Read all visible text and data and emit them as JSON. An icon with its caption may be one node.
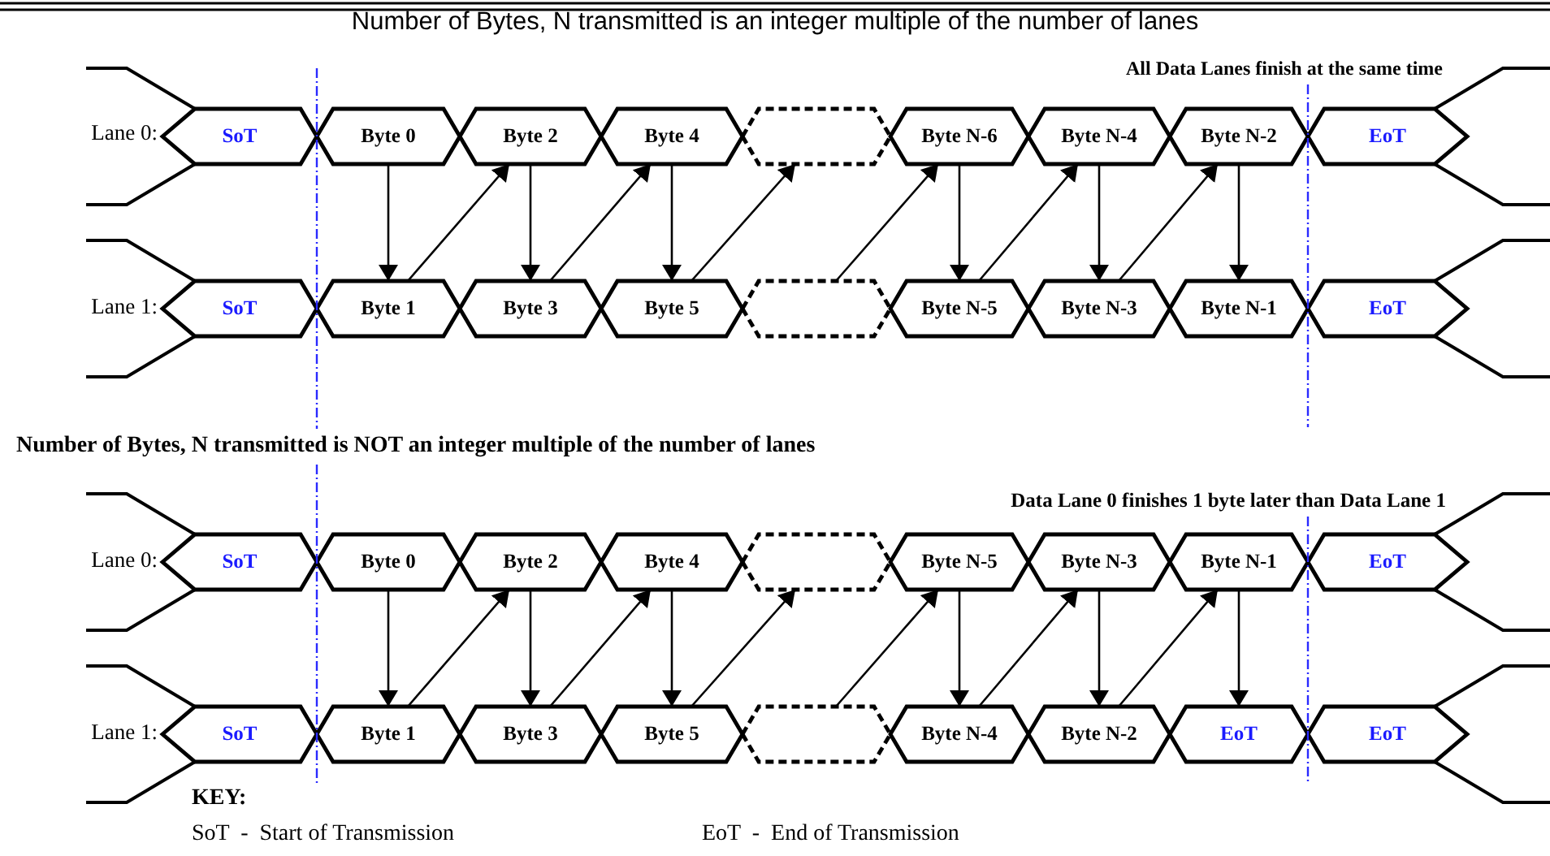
{
  "diagram": {
    "title": "Number of Bytes, N transmitted is an integer multiple of the number of lanes",
    "nodes": [
      {
        "text": [
          "SoT"
        ]
      },
      {
        "text": [
          "Byte 0"
        ]
      },
      {
        "text": [
          "Byte 2"
        ]
      },
      {
        "text": [
          "Byte 4"
        ]
      },
      {
        "text": [],
        "shape": "hexagon"
      },
      {
        "text": [
          "Byte N-6"
        ]
      },
      {
        "text": [
          "Byte N-4"
        ]
      },
      {
        "text": [
          "Byte N-2"
        ]
      },
      {
        "text": [
          "EoT"
        ]
      },
      {
        "text": [
          "SoT"
        ]
      },
      {
        "text": [
          "Byte 1"
        ]
      },
      {
        "text": [
          "Byte 3"
        ]
      },
      {
        "text": [
          "Byte 5"
        ]
      },
      {
        "text": [],
        "shape": "hexagon"
      },
      {
        "text": [
          "Byte N-5"
        ]
      },
      {
        "text": [
          "Byte N-3"
        ]
      },
      {
        "text": [
          "Byte N-1"
        ]
      },
      {
        "text": [
          "EoT"
        ]
      },
      {
        "text": [
          "SoT"
        ]
      },
      {
        "text": [
          "Byte 0"
        ]
      },
      {
        "text": [
          "Byte 2"
        ]
      },
      {
        "text": [
          "Byte 4"
        ]
      },
      {
        "text": [],
        "shape": "hexagon"
      },
      {
        "text": [
          "Byte N-5"
        ]
      },
      {
        "text": [
          "Byte N-3"
        ]
      },
      {
        "text": [
          "Byte N-1"
        ]
      },
      {
        "text": [
          "EoT"
        ]
      },
      {
        "text": [
          "SoT"
        ]
      },
      {
        "text": [
          "Byte 1"
        ]
      },
      {
        "text": [
          "Byte 3"
        ]
      },
      {
        "text": [
          "Byte 5"
        ]
      },
      {
        "text": [],
        "shape": "hexagon"
      },
      {
        "text": [
          "Byte N-4"
        ]
      },
      {
        "text": [
          "Byte N-2"
        ]
      },
      {
        "text": [
          "EoT"
        ]
      },
      {
        "text": [
          "EoT"
        ]
      }
    ],
    "edges": [
      {
        "from": 1,
        "to": 10,
        "arrow": "to"
      },
      {
        "from": 2,
        "to": 11,
        "arrow": "to"
      },
      {
        "from": 3,
        "to": 12,
        "arrow": "to"
      },
      {
        "from": 5,
        "to": 14,
        "arrow": "to"
      },
      {
        "from": 6,
        "to": 15,
        "arrow": "to"
      },
      {
        "from": 7,
        "to": 16,
        "arrow": "to"
      },
      {
        "from": 10,
        "to": 2,
        "arrow": "to"
      },
      {
        "from": 11,
        "to": 3,
        "arrow": "to"
      },
      {
        "from": 12,
        "to": 4,
        "arrow": "to"
      },
      {
        "from": 13,
        "to": 5,
        "arrow": "to"
      },
      {
        "from": 14,
        "to": 6,
        "arrow": "to"
      },
      {
        "from": 15,
        "to": 7,
        "arrow": "to"
      },
      {
        "from": 19,
        "to": 28,
        "arrow": "to"
      },
      {
        "from": 20,
        "to": 29,
        "arrow": "to"
      },
      {
        "from": 21,
        "to": 30,
        "arrow": "to"
      },
      {
        "from": 23,
        "to": 32,
        "arrow": "to"
      },
      {
        "from": 24,
        "to": 33,
        "arrow": "to"
      },
      {
        "from": 25,
        "to": 34,
        "arrow": "to"
      },
      {
        "from": 28,
        "to": 20,
        "arrow": "to"
      },
      {
        "from": 29,
        "to": 21,
        "arrow": "to"
      },
      {
        "from": 30,
        "to": 22,
        "arrow": "to"
      },
      {
        "from": 31,
        "to": 23,
        "arrow": "to"
      },
      {
        "from": 32,
        "to": 24,
        "arrow": "to"
      },
      {
        "from": 33,
        "to": 25,
        "arrow": "to"
      }
    ],
    "labels": [
      "All Data Lanes finish at the same time",
      "Lane 0:",
      "Lane 1:",
      "Number of Bytes, N transmitted is NOT an integer multiple of the number of lanes",
      "Data Lane 0 finishes 1 byte later than Data Lane 1",
      "Lane 0:",
      "Lane 1:",
      "KEY:",
      "SoT  -  Start of Transmission",
      "EoT  -  End of Transmission"
    ]
  }
}
